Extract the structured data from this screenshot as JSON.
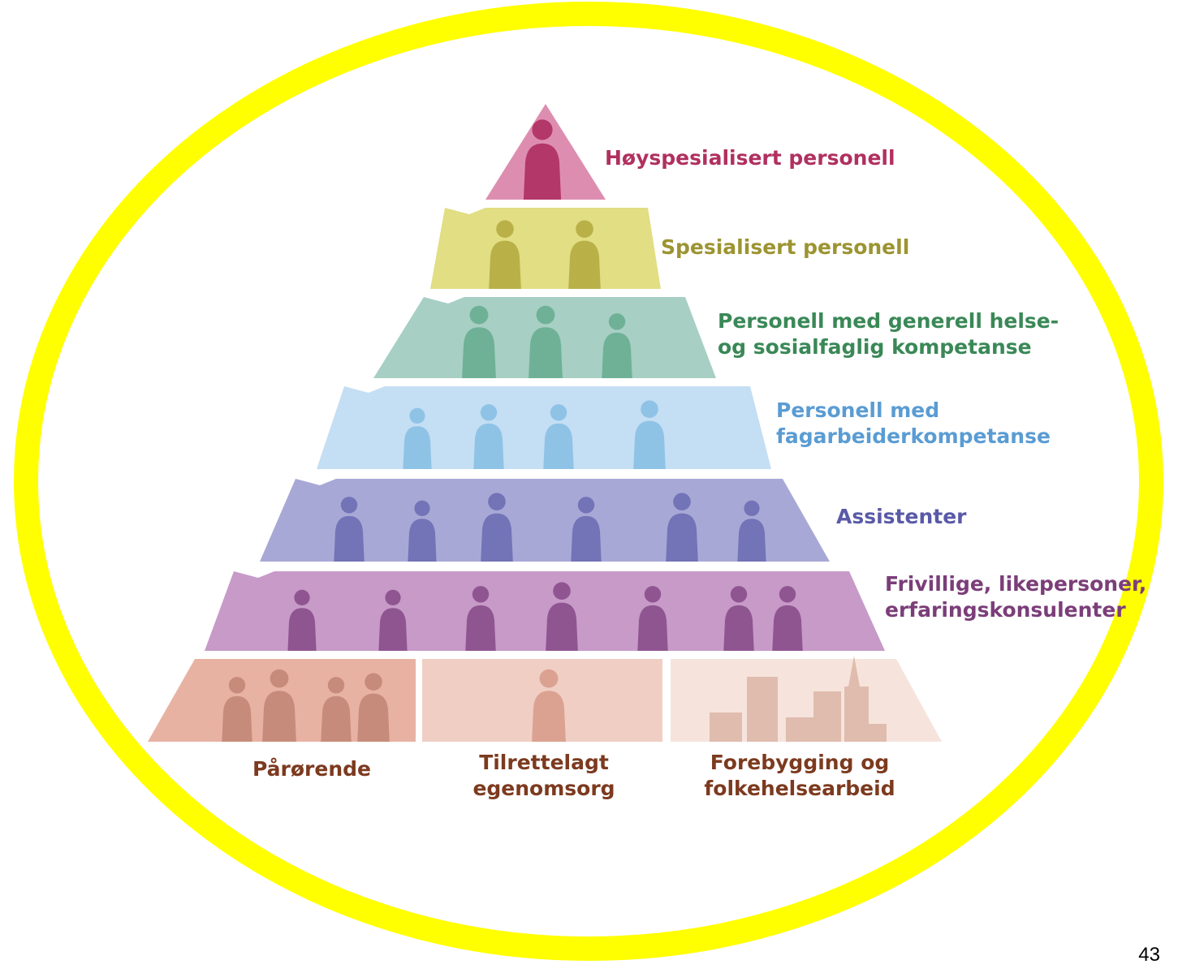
{
  "tiers": [
    {
      "id": "tier-1",
      "lines": [
        "Høyspesialisert personell"
      ],
      "color": "#b0305f",
      "fill": "#dd8eb0",
      "figure": "#b33768"
    },
    {
      "id": "tier-2",
      "lines": [
        "Spesialisert personell"
      ],
      "color": "#9c9431",
      "fill": "#e1de83",
      "figure": "#b9b148"
    },
    {
      "id": "tier-3",
      "lines": [
        "Personell med generell helse-",
        "og sosialfaglig kompetanse"
      ],
      "color": "#3a8857",
      "fill": "#a7cfc4",
      "figure": "#6fb196"
    },
    {
      "id": "tier-4",
      "lines": [
        "Personell med",
        "fagarbeiderkompetanse"
      ],
      "color": "#5a9cd3",
      "fill": "#c4def4",
      "figure": "#8fc3e6"
    },
    {
      "id": "tier-5",
      "lines": [
        "Assistenter"
      ],
      "color": "#5a5aa8",
      "fill": "#a8a8d6",
      "figure": "#7373b8"
    },
    {
      "id": "tier-6",
      "lines": [
        "Frivillige, likepersoner,",
        "erfaringskonsulenter"
      ],
      "color": "#7b3e79",
      "fill": "#c79ac8",
      "figure": "#8f5591"
    }
  ],
  "base": [
    {
      "id": "parorende",
      "lines": [
        "Pårørende"
      ],
      "fill": "#e8b2a3",
      "figure": "#c78b7b"
    },
    {
      "id": "egenomsorg",
      "lines": [
        "Tilrettelagt",
        "egenomsorg"
      ],
      "fill": "#f0cec4",
      "figure": "#dba291"
    },
    {
      "id": "forebygging",
      "lines": [
        "Forebygging og",
        "folkehelsearbeid"
      ],
      "fill": "#f6e4dc",
      "figure": "#dfbcae"
    }
  ],
  "base_text_color": "#7c3a1f",
  "ring_color": "#ffff00",
  "page_number": "43"
}
